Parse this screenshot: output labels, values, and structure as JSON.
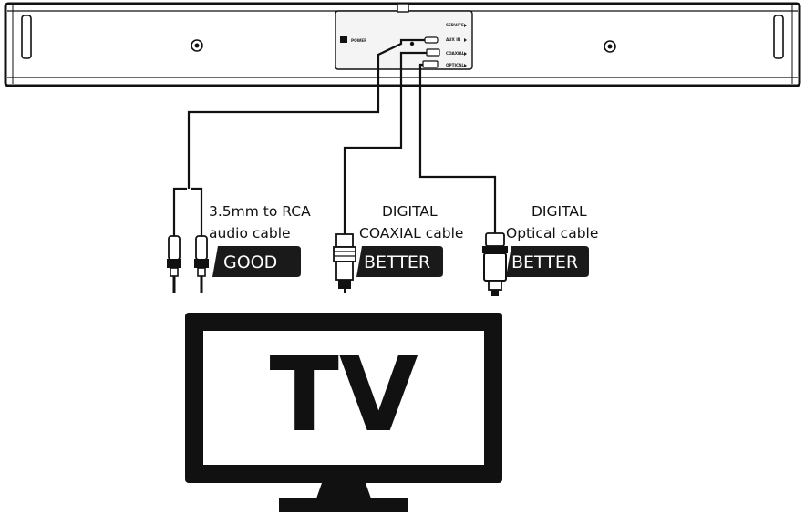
{
  "soundbar": {
    "ports": [
      "SERVICE",
      "AUX IN",
      "COAXIAL",
      "OPTICAL"
    ],
    "power_label": "POWER"
  },
  "cables": [
    {
      "title_line1": "3.5mm to RCA",
      "title_line2": "audio cable",
      "rating": "GOOD"
    },
    {
      "title_line1": "DIGITAL",
      "title_line2": "COAXIAL cable",
      "rating": "BETTER"
    },
    {
      "title_line1": "DIGITAL",
      "title_line2": "Optical cable",
      "rating": "BETTER"
    }
  ],
  "tv": {
    "label": "TV"
  },
  "colors": {
    "ink": "#111111",
    "badge": "#1a1a1a",
    "panel": "#f4f4f4"
  }
}
